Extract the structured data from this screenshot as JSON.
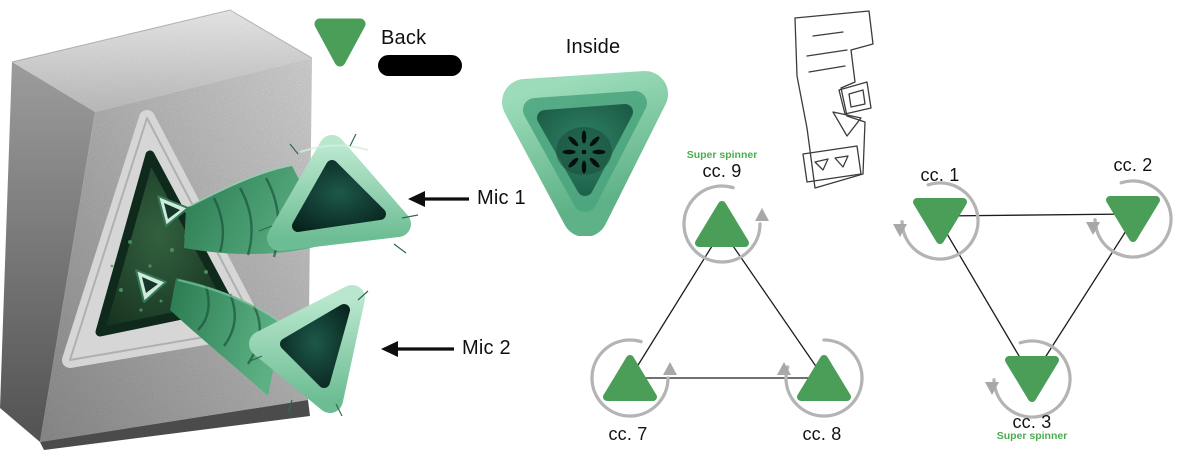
{
  "colors": {
    "primary_green": "#4a9e58",
    "mint": "#9cdcba",
    "dark_teal": "#0e2e28",
    "arc_grey": "#b4b4b4",
    "super_spinner_green": "#4aae4f",
    "ink": "#111111"
  },
  "icons": {
    "back_icon": "triangle-down-icon",
    "mic_pointer": "arrow-left-icon",
    "spinner_arc": "rotation-arc-icon"
  },
  "legend": {
    "back": {
      "label": "Back"
    },
    "inside": {
      "label": "Inside"
    }
  },
  "photo": {
    "mic1_label": "Mic 1",
    "mic2_label": "Mic 2"
  },
  "spinner_diagram_left": {
    "top": {
      "super_label": "Super spinner",
      "label": "cc. 9"
    },
    "bottom_left": {
      "label": "cc. 7"
    },
    "bottom_right": {
      "label": "cc. 8"
    }
  },
  "spinner_diagram_right": {
    "top_left": {
      "label": "cc. 1"
    },
    "top_right": {
      "label": "cc. 2"
    },
    "bottom": {
      "label": "cc. 3",
      "super_label": "Super spinner"
    }
  }
}
